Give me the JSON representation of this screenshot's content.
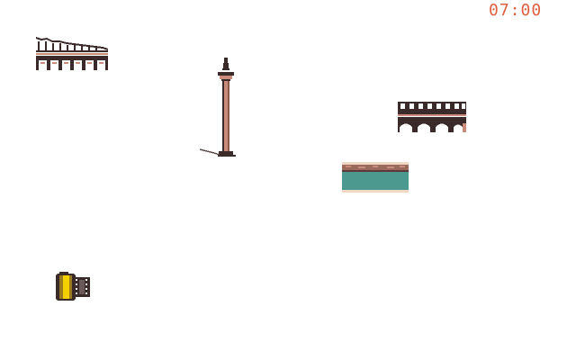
{
  "hud": {
    "clock": "07:00"
  },
  "scene": {
    "background_color": "#ffffff",
    "objects": [
      {
        "name": "colosseum-facade",
        "kind": "building"
      },
      {
        "name": "column-with-statue",
        "kind": "monument"
      },
      {
        "name": "arched-bridge",
        "kind": "building"
      },
      {
        "name": "canal-water-tile",
        "kind": "terrain"
      },
      {
        "name": "film-roll",
        "kind": "inventory-item"
      }
    ]
  },
  "colors": {
    "clock": "#e06040",
    "stone_dark": "#3a2a2a",
    "stone_light": "#c98b7a",
    "water": "#4c9a8f",
    "sand": "#f0d9c4",
    "film_yellow": "#f5d000"
  }
}
